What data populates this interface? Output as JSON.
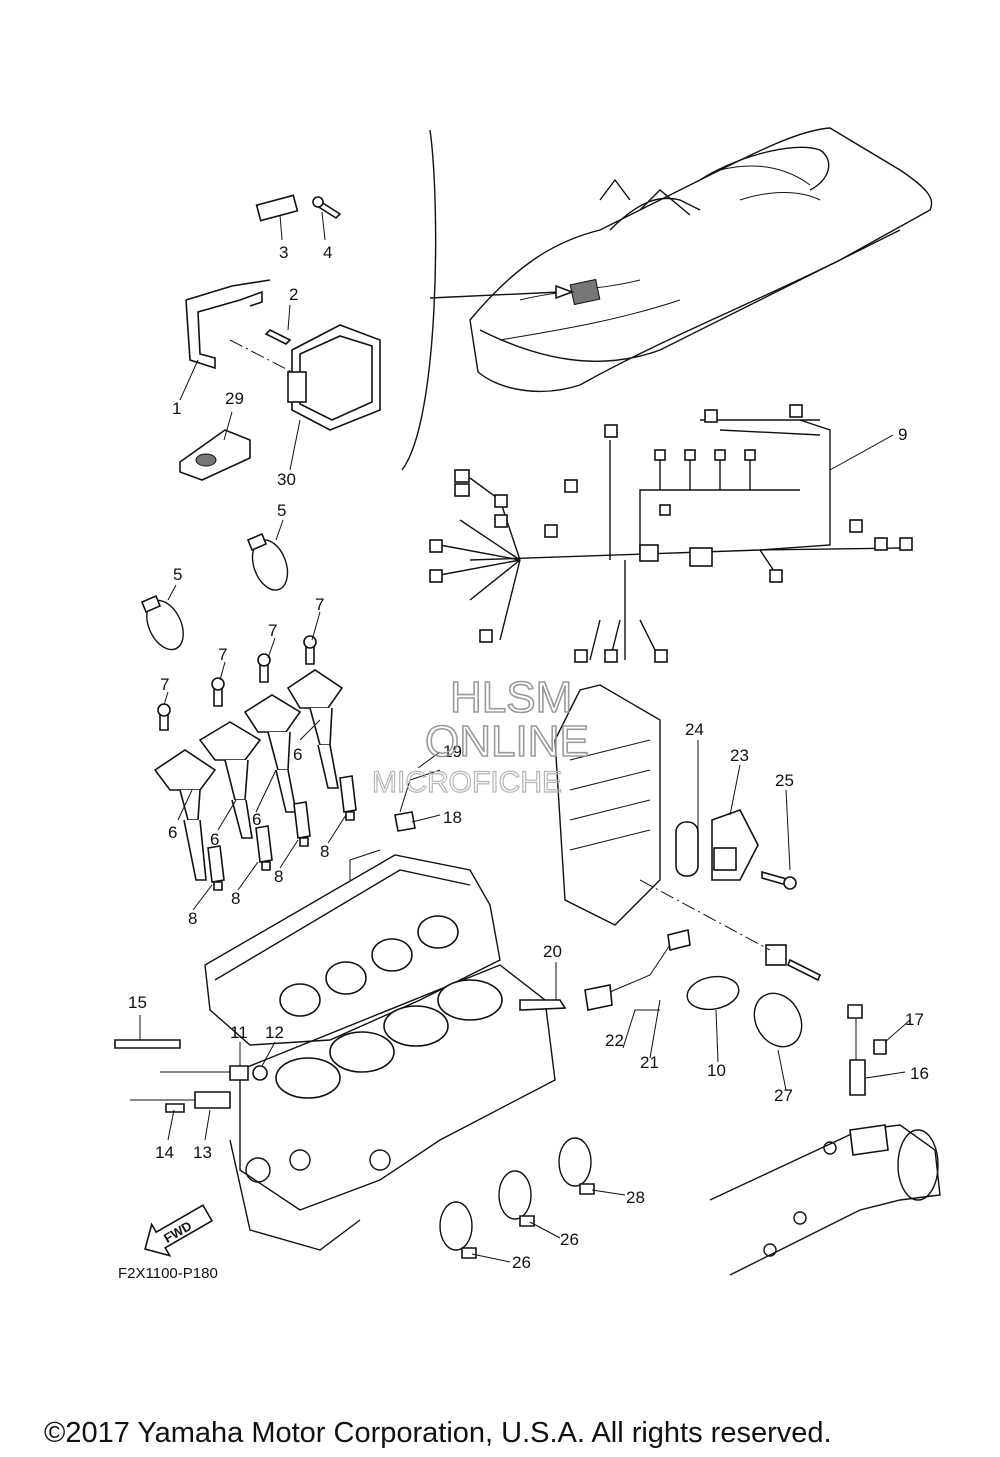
{
  "diagram": {
    "callouts": [
      "1",
      "2",
      "3",
      "4",
      "5",
      "5",
      "6",
      "6",
      "6",
      "6",
      "7",
      "7",
      "7",
      "7",
      "8",
      "8",
      "8",
      "8",
      "9",
      "10",
      "11",
      "12",
      "13",
      "14",
      "15",
      "16",
      "17",
      "18",
      "19",
      "20",
      "21",
      "22",
      "23",
      "24",
      "25",
      "26",
      "26",
      "27",
      "28",
      "29",
      "30"
    ],
    "figure_code": "F2X1100-P180",
    "fwd_label": "FWD"
  },
  "watermark": {
    "line1": "HLSM",
    "line2": "ONLINE",
    "line3": "MICROFICHE"
  },
  "footer": {
    "copyright": "©2017 Yamaha Motor Corporation, U.S.A. All rights reserved."
  },
  "icons": [
    "fwd-arrow-icon"
  ]
}
